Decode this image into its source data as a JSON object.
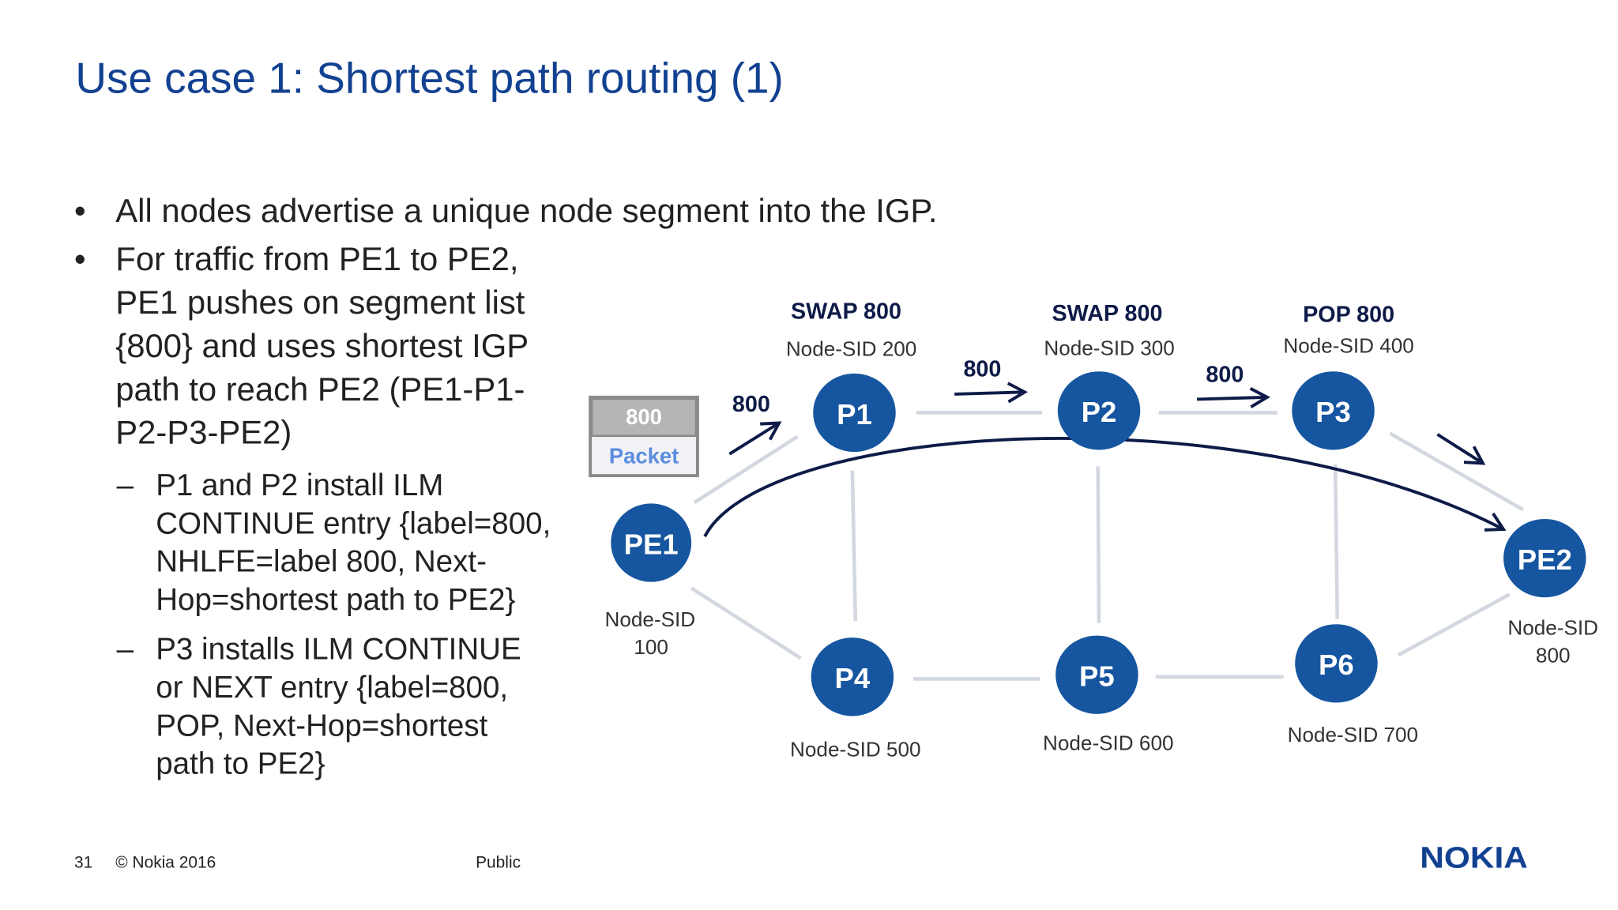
{
  "title": "Use case 1: Shortest path routing (1)",
  "bullets": [
    {
      "lines": [
        "All nodes advertise a unique node segment into the IGP."
      ]
    },
    {
      "lines": [
        "For traffic from PE1 to PE2,",
        "PE1 pushes on segment list",
        "{800} and uses shortest IGP",
        "path to reach PE2 (PE1-P1-",
        "P2-P3-PE2)"
      ]
    }
  ],
  "sub_bullets": [
    {
      "lines": [
        "P1 and P2 install ILM",
        "CONTINUE entry {label=800,",
        "NHLFE=label 800, Next-",
        "Hop=shortest path to PE2}"
      ]
    },
    {
      "lines": [
        "P3 installs ILM CONTINUE",
        "or NEXT entry {label=800,",
        "POP, Next-Hop=shortest",
        "path to PE2}"
      ]
    }
  ],
  "bullet_glyph": "•",
  "dash_glyph": "–",
  "diagram": {
    "packet": {
      "label": "800",
      "payload": "Packet"
    },
    "nodes": {
      "PE1": {
        "name": "PE1",
        "sid_lines": [
          "Node-SID",
          "100"
        ]
      },
      "P1": {
        "name": "P1",
        "op": "SWAP 800",
        "sid": "Node-SID 200"
      },
      "P2": {
        "name": "P2",
        "op": "SWAP 800",
        "sid": "Node-SID 300"
      },
      "P3": {
        "name": "P3",
        "op": "POP 800",
        "sid": "Node-SID 400"
      },
      "PE2": {
        "name": "PE2",
        "sid_lines": [
          "Node-SID",
          "800"
        ]
      },
      "P4": {
        "name": "P4",
        "sid": "Node-SID 500"
      },
      "P5": {
        "name": "P5",
        "sid": "Node-SID 600"
      },
      "P6": {
        "name": "P6",
        "sid": "Node-SID 700"
      }
    },
    "hop_labels": [
      "800",
      "800",
      "800"
    ],
    "colors": {
      "node": "#1656a0",
      "link": "#d3d7df",
      "arrow": "#0e1b48",
      "packet_label_bg": "#b5b5b5",
      "packet_payload": "#5b8de0"
    }
  },
  "footer": {
    "page": "31",
    "copyright": "© Nokia 2016",
    "classification": "Public",
    "logo": "NOKIA"
  },
  "colors": {
    "title": "#124191",
    "logo": "#124191"
  }
}
